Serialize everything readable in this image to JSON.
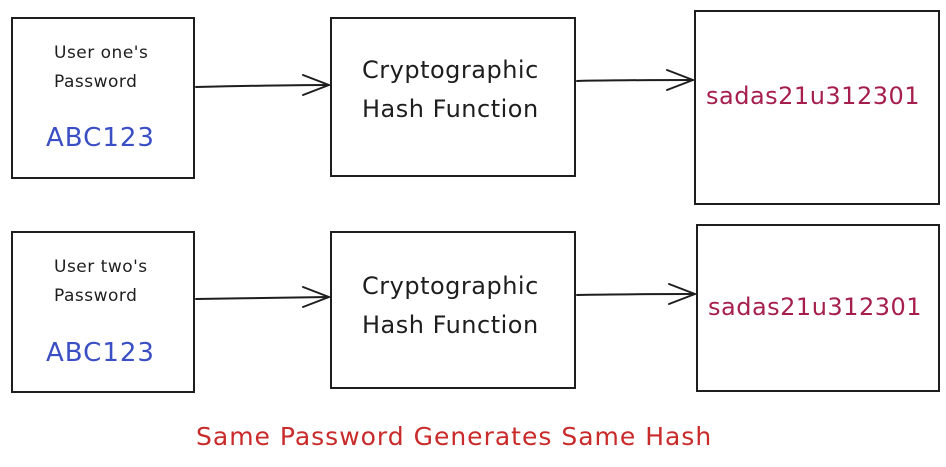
{
  "colors": {
    "stroke": "#1e1e1e",
    "password": "#3b4fc4",
    "hash": "#a61e4d",
    "caption": "#c92a2a"
  },
  "rows": [
    {
      "input_line1": "User one's",
      "input_line2": "Password",
      "password": "ABC123",
      "function_line1": "Cryptographic",
      "function_line2": "Hash Function",
      "hash": "sadas21u312301"
    },
    {
      "input_line1": "User two's",
      "input_line2": "Password",
      "password": "ABC123",
      "function_line1": "Cryptographic",
      "function_line2": "Hash Function",
      "hash": "sadas21u312301"
    }
  ],
  "caption": "Same Password Generates Same Hash"
}
